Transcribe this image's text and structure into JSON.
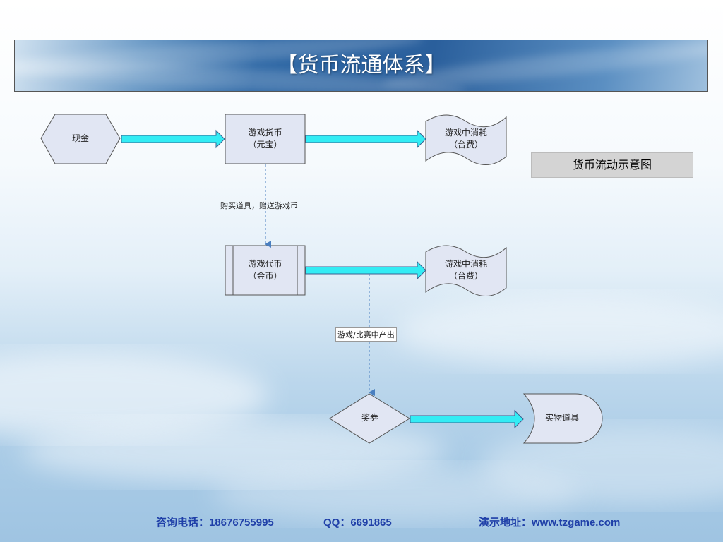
{
  "title": "【货币流通体系】",
  "legend_label": "货币流动示意图",
  "nodes": {
    "cash": {
      "label": "现金"
    },
    "game_currency": {
      "line1": "游戏货币",
      "line2": "（元宝）"
    },
    "consumption_1": {
      "line1": "游戏中消耗",
      "line2": "（台费）"
    },
    "game_token": {
      "line1": "游戏代币",
      "line2": "（金币）"
    },
    "consumption_2": {
      "line1": "游戏中消耗",
      "line2": "（台费）"
    },
    "voucher": {
      "label": "奖券"
    },
    "physical_item": {
      "label": "实物道具"
    }
  },
  "edges": {
    "buy_items": "购买道具，赠送游戏币",
    "match_output": "游戏/比赛中产出"
  },
  "footer": {
    "phone": "咨询电话：18676755995",
    "qq": "QQ：6691865",
    "demo": "演示地址：www.tzgame.com"
  },
  "colors": {
    "arrow_fill": "#33ecf4",
    "node_fill": "#e1e6f3",
    "dashed_arrow": "#4a7fc0",
    "footer_text": "#1f3fa8"
  }
}
